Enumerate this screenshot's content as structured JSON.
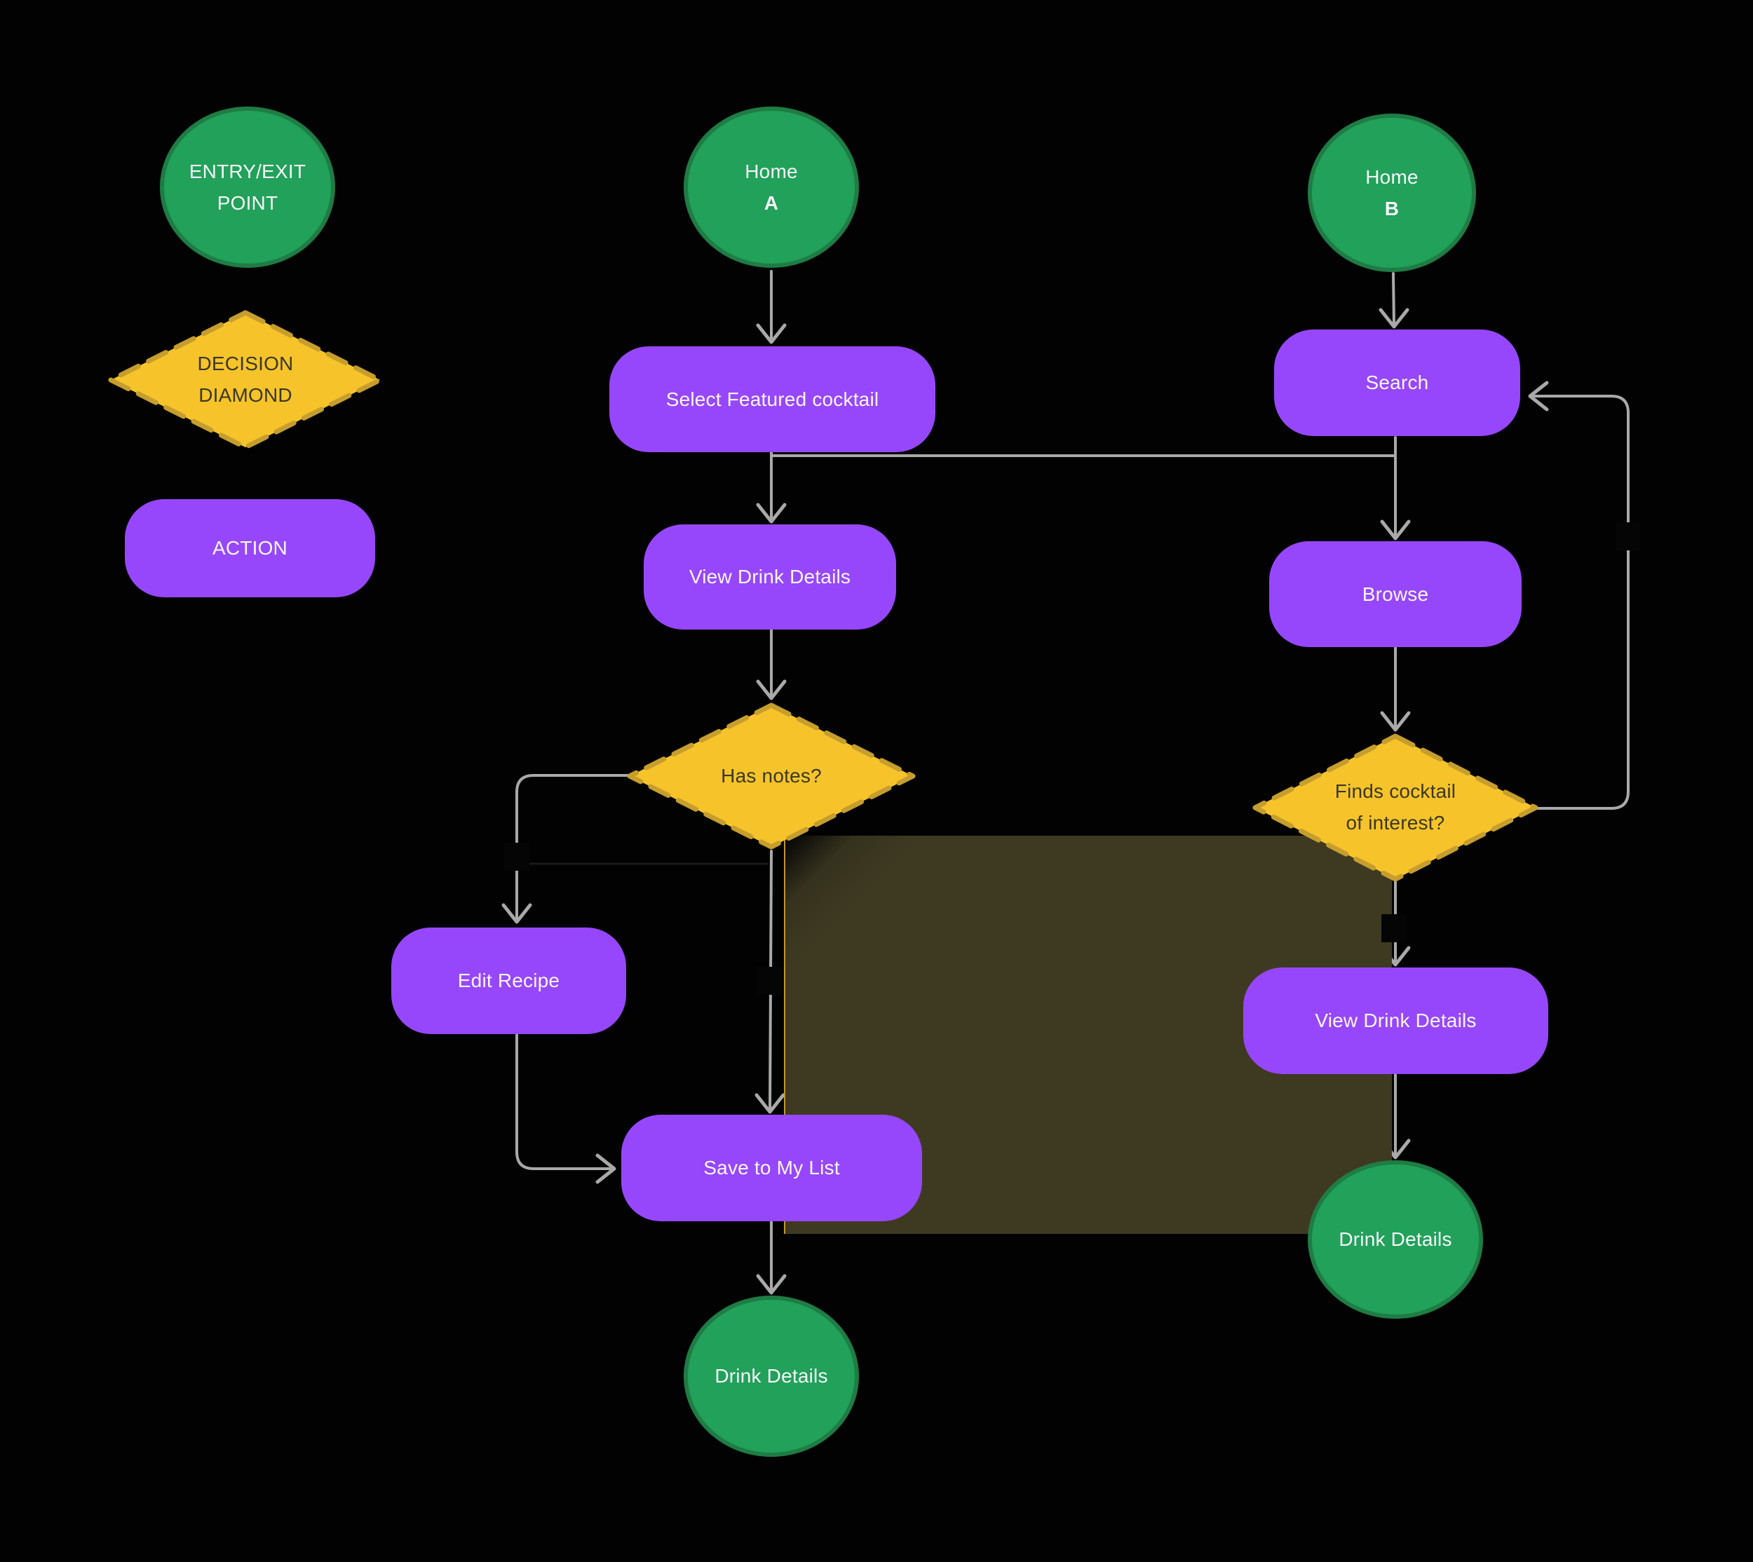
{
  "legend": {
    "entry_exit_label": "ENTRY/EXIT POINT",
    "decision_label": "DECISION DIAMOND",
    "action_label": "ACTION"
  },
  "flow_a": {
    "home": {
      "line1": "Home",
      "line2": "A"
    },
    "select_featured": "Select Featured cocktail",
    "view_drink_details": "View Drink Details",
    "has_notes": "Has notes?",
    "edit_recipe": "Edit Recipe",
    "save_to_my_list": "Save to My List",
    "drink_details": "Drink Details"
  },
  "flow_b": {
    "home": {
      "line1": "Home",
      "line2": "B"
    },
    "search": "Search",
    "browse": "Browse",
    "finds_cocktail": {
      "line1": "Finds cocktail",
      "line2": "of interest?"
    },
    "view_drink_details": "View Drink Details",
    "drink_details": "Drink Details"
  },
  "colors": {
    "background": "#020202",
    "entry_exit_fill": "#21A15A",
    "entry_exit_border": "#1E7C44",
    "action_fill": "#9747FB",
    "decision_fill": "#F6C42A",
    "decision_border": "#C69E2E",
    "decision_text": "#3B3723",
    "connector": "#A9A9A9",
    "highlight_overlay": "#3E3A22",
    "highlight_border": "#D1A02B",
    "node_text": "#F7F7F9"
  }
}
